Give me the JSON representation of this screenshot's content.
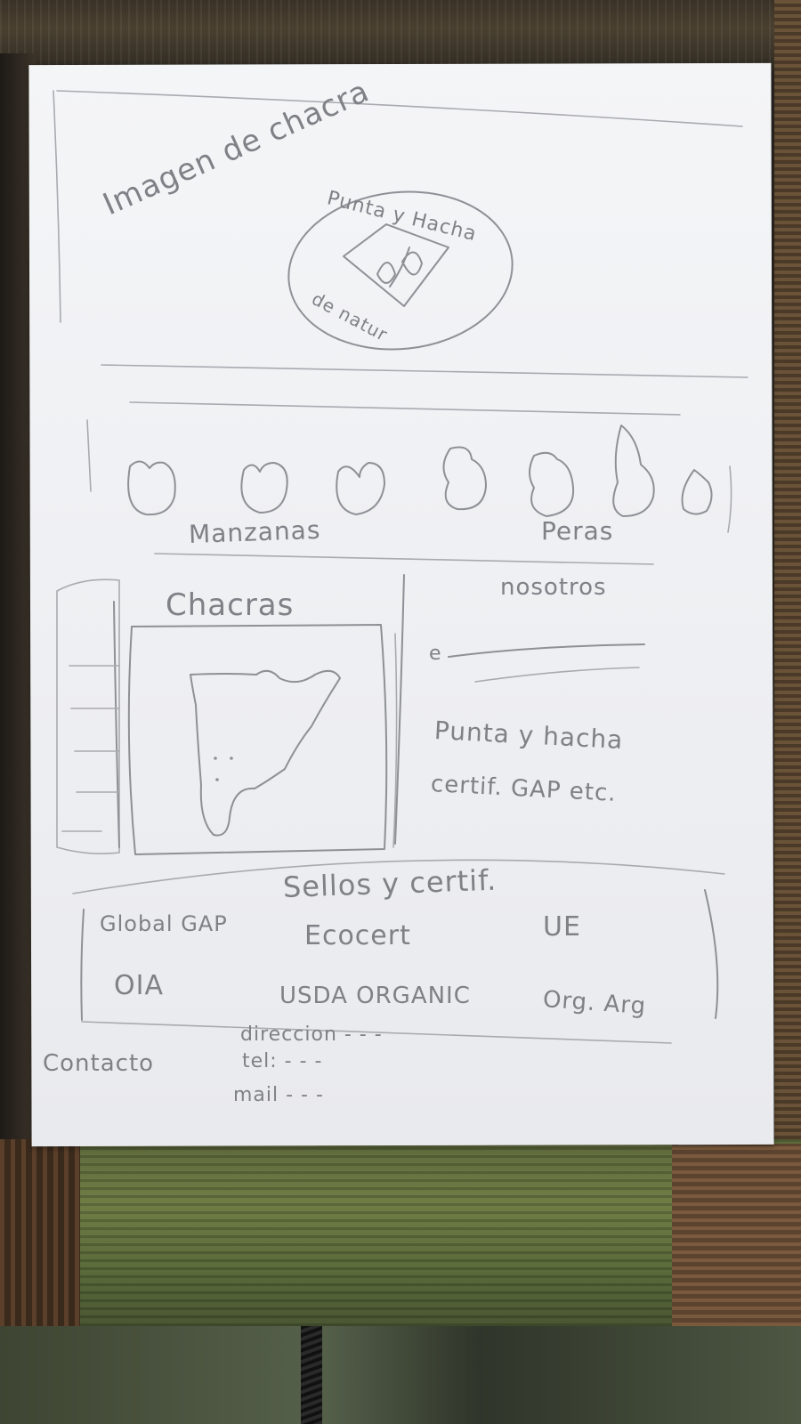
{
  "hero": {
    "title": "Imagen de chacra",
    "logo_top": "Punta y Hacha",
    "logo_bottom": "de natur"
  },
  "fruits": {
    "apples_label": "Manzanas",
    "pears_label": "Peras"
  },
  "chacras": {
    "title": "Chacras"
  },
  "nosotros": {
    "title": "nosotros",
    "bullet": "e",
    "line1": "Punta y hacha",
    "line2": "certif. GAP etc."
  },
  "certs": {
    "title": "Sellos y certif.",
    "items": [
      "Global GAP",
      "Ecocert",
      "UE",
      "OIA",
      "USDA ORGANIC",
      "Org. Arg"
    ]
  },
  "contact": {
    "label": "Contacto",
    "direccion": "direccion - - -",
    "tel": "tel: - - -",
    "mail": "mail - - -"
  },
  "colors": {
    "paper": "#f1f2f5",
    "pencil": "#8e9096"
  }
}
